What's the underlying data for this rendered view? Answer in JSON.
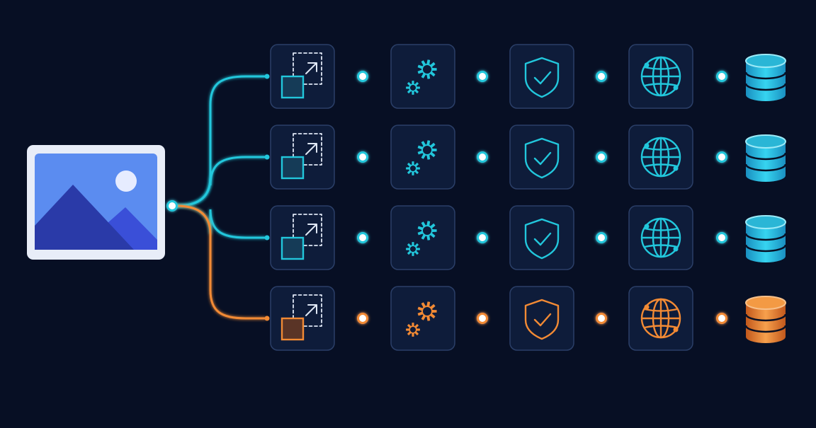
{
  "colors": {
    "background": "#070f24",
    "node_fill": "#0e1c3a",
    "node_stroke": "#2b3f68",
    "cyan": "#22c7dc",
    "orange": "#f28a34",
    "image_frame": "#e8edf8",
    "image_sky": "#5b8cf0",
    "image_mountain_back": "#3a4fd8",
    "image_mountain_front": "#2a3aa8",
    "image_sun": "#e6ecff"
  },
  "source": {
    "icon": "image-icon"
  },
  "stages": [
    "resize-icon",
    "gears-icon",
    "shield-check-icon",
    "globe-icon"
  ],
  "destination_icon": "database-icon",
  "pipelines": [
    {
      "id": "pipeline-1",
      "accent": "cyan"
    },
    {
      "id": "pipeline-2",
      "accent": "cyan"
    },
    {
      "id": "pipeline-3",
      "accent": "cyan"
    },
    {
      "id": "pipeline-4",
      "accent": "orange"
    }
  ]
}
